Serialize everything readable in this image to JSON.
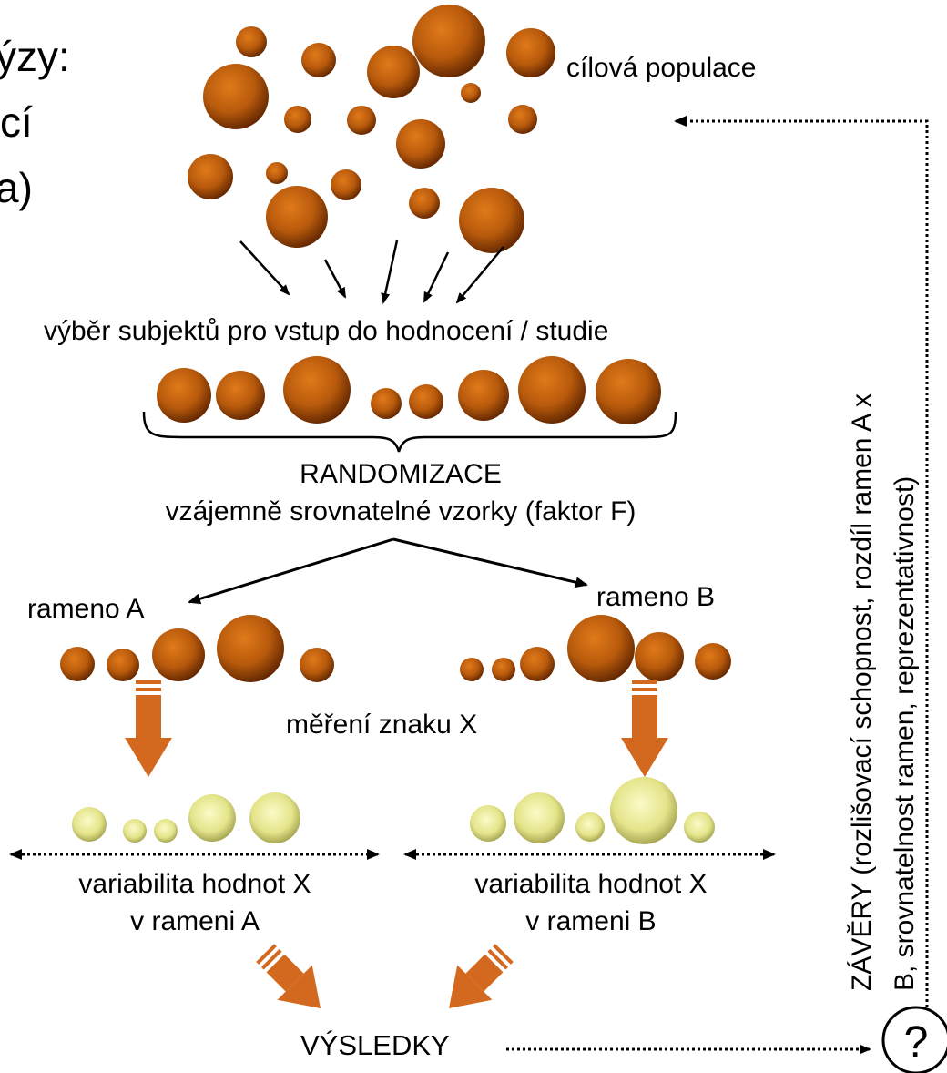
{
  "partial_title": {
    "line1": "ýzy:",
    "line2": "cí",
    "line3": "a)"
  },
  "labels": {
    "population": "cílová populace",
    "selection": "výběr subjektů pro vstup do hodnocení / studie",
    "randomization": "RANDOMIZACE",
    "comparable": "vzájemně srovnatelné vzorky (faktor F)",
    "arm_a": "rameno A",
    "arm_b": "rameno B",
    "measurement": "měření znaku X",
    "variability_a_1": "variabilita hodnot X",
    "variability_a_2": "v rameni A",
    "variability_b_1": "variabilita hodnot X",
    "variability_b_2": "v rameni B",
    "results": "VÝSLEDKY",
    "conclusions_1": "ZÁVĚRY (rozlišovací schopnost, rozdíl ramen A x",
    "conclusions_2": "B, srovnatelnost ramen, reprezentativnost)",
    "question": "?"
  },
  "colors": {
    "subject": "#c8600a",
    "subject_dark": "#6e2a00",
    "measured": "#eef0a0",
    "measured_dark": "#9a9a40",
    "block_arrow": "#d2691e"
  }
}
